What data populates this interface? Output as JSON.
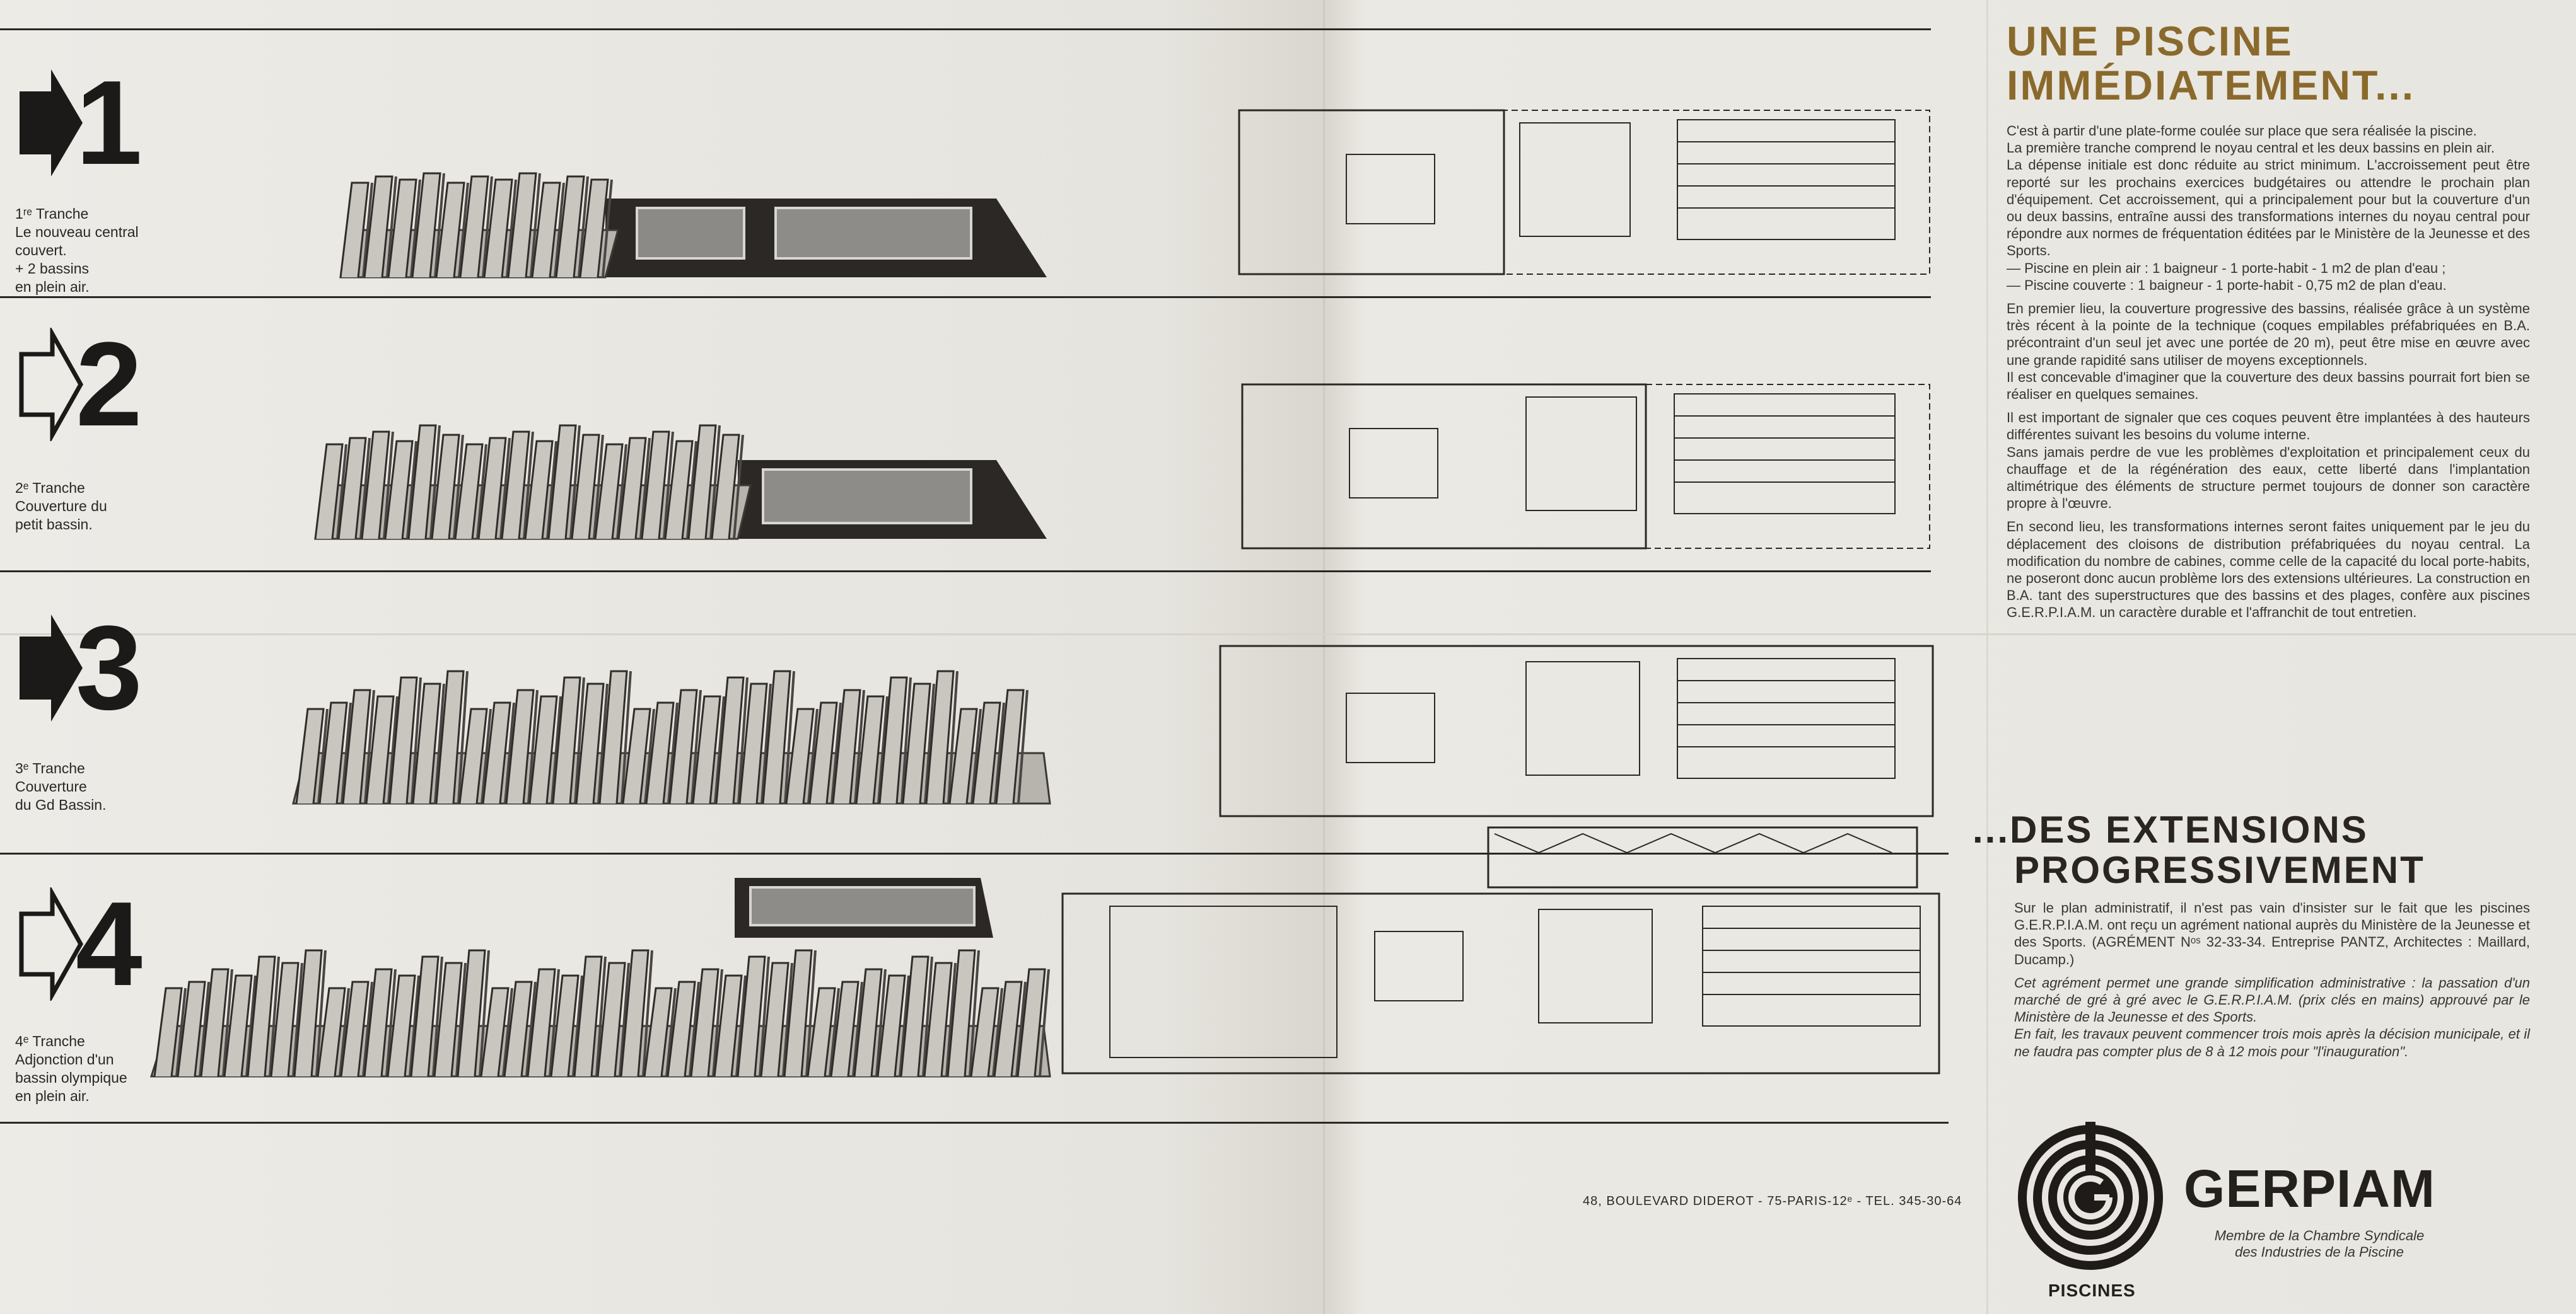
{
  "stages": [
    {
      "number": "1",
      "caption": "1ʳᵉ Tranche\nLe nouveau central\ncouvert.\n+ 2 bassins\nen plein air.",
      "arrow": "filled"
    },
    {
      "number": "2",
      "caption": "2ᵉ Tranche\nCouverture du\npetit bassin.",
      "arrow": "outline"
    },
    {
      "number": "3",
      "caption": "3ᵉ Tranche\nCouverture\ndu Gd Bassin.",
      "arrow": "filled"
    },
    {
      "number": "4",
      "caption": "4ᵉ Tranche\nAdjonction d'un\nbassin olympique\nen plein air.",
      "arrow": "outline"
    }
  ],
  "heading1": {
    "line1": "UNE PISCINE",
    "line2": "IMMÉDIATEMENT..."
  },
  "paragraphs1": [
    "C'est à partir d'une plate-forme coulée sur place que sera réalisée la piscine.\nLa première tranche comprend le noyau central et les deux bassins en plein air.\nLa dépense initiale est donc réduite au strict minimum. L'accroissement peut être reporté sur les prochains exercices budgétaires ou attendre le prochain plan d'équipement. Cet accroissement, qui a principalement pour but la couverture d'un ou deux bassins, entraîne aussi des transformations internes du noyau central pour répondre aux normes de fréquentation éditées par le Ministère de la Jeunesse et des Sports.\n— Piscine en plein air : 1 baigneur - 1 porte-habit - 1 m2 de plan d'eau ;\n— Piscine couverte : 1 baigneur - 1 porte-habit - 0,75 m2 de plan d'eau.",
    "En premier lieu, la couverture progressive des bassins, réalisée grâce à un système très récent à la pointe de la technique (coques empilables préfabriquées en B.A. précontraint d'un seul jet avec une portée de 20 m), peut être mise en œuvre avec une grande rapidité sans utiliser de moyens exceptionnels.\nIl est concevable d'imaginer que la couverture des deux bassins pourrait fort bien se réaliser en quelques semaines.",
    "Il est important de signaler que ces coques peuvent être implantées à des hauteurs différentes suivant les besoins du volume interne.\nSans jamais perdre de vue les problèmes d'exploitation et principalement ceux du chauffage et de la régénération des eaux, cette liberté dans l'implantation altimétrique des éléments de structure permet toujours de donner son caractère propre à l'œuvre.",
    "En second lieu, les transformations internes seront faites uniquement par le jeu du déplacement des cloisons de distribution préfabriquées du noyau central. La modification du nombre de cabines, comme celle de la capacité du local porte-habits, ne poseront donc aucun problème lors des extensions ultérieures. La construction en B.A. tant des superstructures que des bassins et des plages, confère aux piscines G.E.R.P.I.A.M. un caractère durable et l'affranchit de tout entretien."
  ],
  "heading2": {
    "line1": "...DES EXTENSIONS",
    "line2": "PROGRESSIVEMENT"
  },
  "paragraphs2": [
    "Sur le plan administratif, il n'est pas vain d'insister sur le fait que les piscines G.E.R.P.I.A.M. ont reçu un agrément national auprès du Ministère de la Jeunesse et des Sports. (AGRÉMENT Nᵒˢ 32-33-34. Entreprise PANTZ, Architectes : Maillard, Ducamp.)"
  ],
  "italic_paragraph": "Cet agrément permet une grande simplification administrative : la passation d'un marché de gré à gré avec le G.E.R.P.I.A.M. (prix clés en mains) approuvé par le Ministère de la Jeunesse et des Sports.\nEn fait, les travaux peuvent commencer trois mois après la décision municipale, et il ne faudra pas compter plus de 8 à 12 mois pour \"l'inauguration\".",
  "address": "48, BOULEVARD DIDEROT - 75-PARIS-12ᵉ - TEL. 345-30-64",
  "brand": "GERPIAM",
  "member": "Membre de la Chambre Syndicale\ndes Industries de la Piscine",
  "logo_label": "PISCINES",
  "colors": {
    "gold": "#8a6a2c",
    "ink": "#1d1b1a",
    "paper": "#e9e7e1"
  }
}
